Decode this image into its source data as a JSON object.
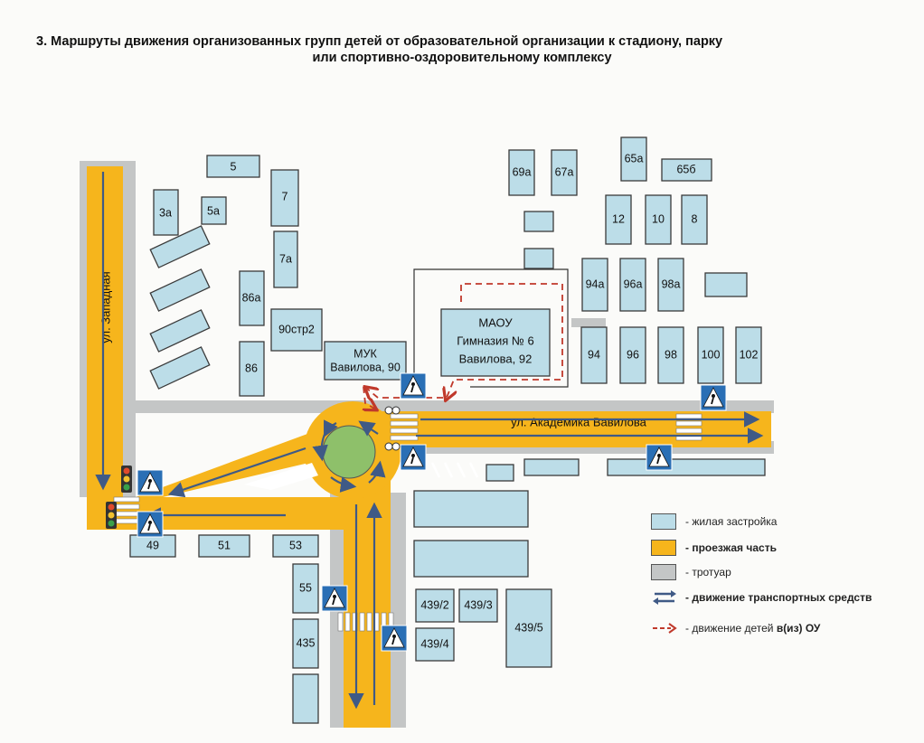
{
  "title_line1": "3. Маршруты движения организованных групп детей от образовательной организации к стадиону, парку",
  "title_line2": "или спортивно-оздоровительному комплексу",
  "streets": {
    "zapadnaya": "ул. Западная",
    "vavilova": "ул. Академика Вавилова"
  },
  "school": {
    "line1": "МАОУ",
    "line2": "Гимназия № 6",
    "line3": "Вавилова, 92"
  },
  "muk": {
    "line1": "МУК",
    "line2": "Вавилова, 90"
  },
  "buildings": {
    "b5": "5",
    "b3a": "3а",
    "b5a": "5а",
    "b7": "7",
    "b7a": "7а",
    "b86a": "86а",
    "b90str2": "90стр2",
    "b86": "86",
    "b69a": "69а",
    "b67a": "67а",
    "b65a": "65а",
    "b65b": "65б",
    "b12": "12",
    "b10": "10",
    "b8": "8",
    "b94a": "94а",
    "b96a": "96а",
    "b98a": "98а",
    "b94": "94",
    "b96": "96",
    "b98": "98",
    "b100": "100",
    "b102": "102",
    "b49": "49",
    "b51": "51",
    "b53": "53",
    "b55": "55",
    "b435": "435",
    "b439_2": "439/2",
    "b439_3": "439/3",
    "b439_4": "439/4",
    "b439_5": "439/5"
  },
  "legend": {
    "housing": "- жилая застройка",
    "road": "- проезжая часть",
    "sidewalk": "- тротуар",
    "traffic": "- движение транспортных средств",
    "children_prefix": "- движение детей ",
    "children_bold": "в(из) ОУ"
  },
  "colors": {
    "road": "#f6b51c",
    "sidewalk": "#c4c6c6",
    "building": "#bcdde8",
    "arrow_dark": "#3f5a86",
    "route_red": "#c0392b",
    "circle": "#8ec06a"
  }
}
